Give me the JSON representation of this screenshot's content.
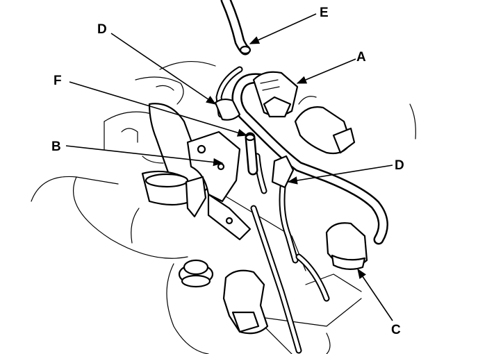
{
  "labels": {
    "A": "A",
    "B": "B",
    "C": "C",
    "D_top": "D",
    "D_right": "D",
    "E": "E",
    "F": "F"
  },
  "icons": {
    "arrowhead": "arrowhead-icon"
  },
  "colors": {
    "ink": "#000000",
    "paper": "#ffffff"
  }
}
